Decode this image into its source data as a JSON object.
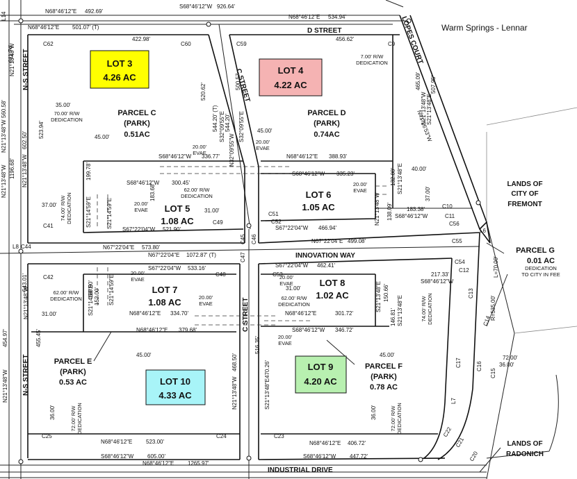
{
  "title": "Warm Springs - Lennar",
  "streets": {
    "d_street": "D STREET",
    "c_street_north": "C STREET",
    "c_street_south": "C STREET",
    "ns_street_north": "N-S STREET",
    "ns_street_south": "N-S STREET",
    "innovation_way": "INNOVATION WAY",
    "industrial_drive": "INDUSTRIAL DRIVE",
    "lopes_court": "LOPES COURT"
  },
  "lots": [
    {
      "name": "LOT 3",
      "area": "4.26 AC",
      "fill": "#ffff00"
    },
    {
      "name": "LOT 4",
      "area": "4.22 AC",
      "fill": "#f5b3b3"
    },
    {
      "name": "LOT 5",
      "area": "1.08 AC",
      "fill": "none"
    },
    {
      "name": "LOT 6",
      "area": "1.05 AC",
      "fill": "none"
    },
    {
      "name": "LOT 7",
      "area": "1.08 AC",
      "fill": "none"
    },
    {
      "name": "LOT 8",
      "area": "1.02 AC",
      "fill": "none"
    },
    {
      "name": "LOT 9",
      "area": "4.20 AC",
      "fill": "#b8f0b0"
    },
    {
      "name": "LOT 10",
      "area": "4.33 AC",
      "fill": "#a8f4f8"
    }
  ],
  "parcels": [
    {
      "name": "PARCEL C",
      "type": "(PARK)",
      "area": "0.51AC"
    },
    {
      "name": "PARCEL D",
      "type": "(PARK)",
      "area": "0.74AC"
    },
    {
      "name": "PARCEL E",
      "type": "(PARK)",
      "area": "0.53 AC"
    },
    {
      "name": "PARCEL F",
      "type": "(PARK)",
      "area": "0.78 AC"
    },
    {
      "name": "PARCEL G",
      "type": "",
      "area": "0.01 AC"
    }
  ],
  "notes": {
    "parcel_g_dedication_1": "DEDICATION",
    "parcel_g_dedication_2": "TO CITY IN FEE",
    "fremont_1": "LANDS OF",
    "fremont_2": "CITY OF",
    "fremont_3": "FREMONT",
    "radonich_1": "LANDS OF",
    "radonich_2": "RADONICH",
    "rw_700_1": "7.00' R/W",
    "rw_700_2": "DEDICATION",
    "rw_7000_1": "70.00' R/W",
    "rw_7000_2": "DEDICATION",
    "rw_6200c_1": "62.00' R/W",
    "rw_6200c_2": "DEDICATION",
    "rw_6200d_1": "62.00' R/W",
    "rw_6200d_2": "DEDICATION",
    "rw_6200w_1": "62.00' R/W",
    "rw_6200w_2": "DEDICATION",
    "rw_7400w_1": "74.00' R/W",
    "rw_7400w_2": "DEDICATION",
    "rw_7400e_1": "74.00' R/W",
    "rw_7400e_2": "DEDICATION",
    "rw_7200w_1": "72.00' R/W",
    "rw_7200w_2": "DEDICATION",
    "rw_7200e_1": "72.00' R/W",
    "rw_7200e_2": "DEDICATION",
    "evae": "EVAE",
    "evae_width": "20.00'"
  },
  "dims": {
    "d1": "N68°46'12\"E",
    "d1v": "492.69'",
    "d2": "S68°46'12\"W",
    "d2v": "926.64'",
    "d3": "N68°46'12\"E",
    "d3v": "534.94'",
    "d4": "N68°46'12\"E",
    "d4v": "501.07' (T)",
    "d5v": "422.98'",
    "d6v": "456.62'",
    "d7": "S68°46'12\"W",
    "d7v": "336.77'",
    "d8": "N68°46'12\"E",
    "d8v": "388.93'",
    "d9": "S68°46'12\"W",
    "d9v": "335.23'",
    "d10": "S68°46'12\"W",
    "d10v": "300.45'",
    "d11": "S67°22'04\"W",
    "d11v": "521.90'",
    "d12": "S67°22'04\"W",
    "d12v": "466.94'",
    "d13": "S68°46'12\"W",
    "d13v": "183.38'",
    "d14": "N67°22'04\"E",
    "d14v": "573.80'",
    "d15": "N67°22'04\"E",
    "d15v": "499.08'",
    "d16": "N67°22'04\"E",
    "d16v": "1072.87' (T)",
    "d17": "S67°22'04\"W",
    "d17v": "533.16'",
    "d18": "S67°22'04\"W",
    "d18v": "462.41'",
    "d19": "S68°46'12\"W",
    "d19v": "217.33'",
    "d20": "N68°46'12\"E",
    "d20v": "334.70'",
    "d21": "N68°46'12\"E",
    "d21v": "301.72'",
    "d22": "N68°46'12\"E",
    "d22v": "379.68'",
    "d23": "S68°46'12\"W",
    "d23v": "346.72'",
    "d24": "N68°46'12\"E",
    "d24v": "523.00'",
    "d25": "N68°46'12\"E",
    "d25v": "406.72'",
    "d26": "S68°46'12\"W",
    "d26v": "605.00'",
    "d27": "S68°46'12\"W",
    "d27v": "447.72'",
    "d28": "N68°46'12\"E",
    "d28v": "1265.97'",
    "v_c1": "520.62'",
    "v_c2": "544.20' (T)",
    "v_c3": "544.20'",
    "v_c4": "500.57",
    "v_c5": "S32°09'55\"E",
    "v_c6": "N32°09'55\"W",
    "v_c7": "S32°09'55\"E",
    "v_ns1": "611.74'",
    "v_ns2": "560.58'",
    "v_ns3": "602.50'",
    "v_ns4": "523.94'",
    "v_ns5": "1196.68'",
    "v_ns6": "N21°13'48\"W",
    "v_ns7": "N21°13'48\"W",
    "v_ns8": "N21°13'48\"W",
    "v_ns9": "N21°13'48\"W",
    "v_l5a": "199.78'",
    "v_l5b": "S21°14'59\"E",
    "v_l5c": "S21°14'59\"E",
    "v_l5d": "183.68'",
    "v_l6a": "N21°13'48\"W",
    "v_l6b": "132.00'",
    "v_l6c": "S21°13'48\"E",
    "v_l6d": "138.09'",
    "v_l7a": "180.90'",
    "v_l7b": "S21°14'59\"E",
    "v_l7c": "S21°14'59\"E",
    "v_l7d": "152.00'",
    "v_l8a": "S21°13'48\"E",
    "v_l8b": "150.66'",
    "v_l8c": "146.81'",
    "v_l8d": "S21°13'48\"E",
    "v_s1": "543.01'",
    "v_s2": "455.45'",
    "v_s3": "454.97'",
    "v_s4": "N21°13'48\"W",
    "v_s5": "N21°13'48\"W",
    "v_s6": "468.50'",
    "v_s7": "516.35'",
    "v_s8": "470.26'",
    "v_s9": "S21°13'48\"E",
    "v_s10": "N21°13'48\"W",
    "v_lc1": "N41°26'53\"W",
    "v_lc2": "N21°13'48\"W",
    "v_lc3": "S21°13'48\"E",
    "v_lc4": "465.09'",
    "v_lc5": "507.95'",
    "w1": "35.00'",
    "w2": "45.00'",
    "w3": "45.00'",
    "w4": "40.00'",
    "w5": "37.00'",
    "w6": "37.00'",
    "w7": "31.00'",
    "w8": "31.00'",
    "w9": "31.00'",
    "w10": "45.00'",
    "w11": "45.00'",
    "w12": "36.00'",
    "w13": "36.00'",
    "w14": "72.00'",
    "w15": "36.00'",
    "r1": "R=535.00'",
    "r2": "L=70.00'"
  },
  "curves": [
    "C60",
    "C59",
    "C62",
    "C9",
    "C41",
    "C49",
    "C51",
    "C52",
    "C10",
    "C11",
    "C56",
    "C44",
    "C45",
    "C46",
    "C47",
    "C48",
    "C53",
    "C55",
    "C54",
    "C12",
    "C42",
    "C13",
    "C14",
    "C15",
    "C16",
    "C17",
    "C21",
    "C22",
    "C20",
    "C24",
    "C23",
    "C25",
    "L6",
    "L7",
    "L8",
    "L14"
  ]
}
